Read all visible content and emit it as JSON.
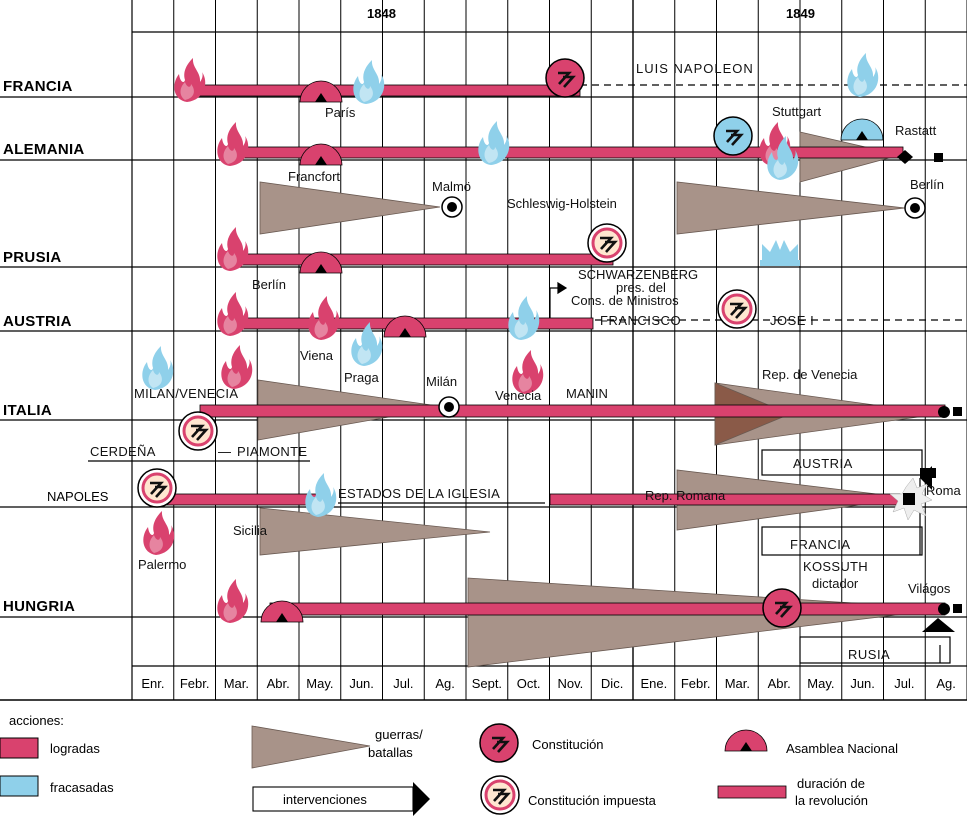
{
  "years": [
    "1848",
    "1849"
  ],
  "months": [
    "Enr.",
    "Febr.",
    "Mar.",
    "Abr.",
    "May.",
    "Jun.",
    "Jul.",
    "Ag.",
    "Sept.",
    "Oct.",
    "Nov.",
    "Dic.",
    "Ene.",
    "Febr.",
    "Mar.",
    "Abr.",
    "May.",
    "Jun.",
    "Jul.",
    "Ag."
  ],
  "countries": [
    "FRANCIA",
    "ALEMANIA",
    "PRUSIA",
    "AUSTRIA",
    "ITALIA",
    "NAPOLES",
    "HUNGRIA"
  ],
  "labels": {
    "paris": "París",
    "luis_napoleon": "LUIS NAPOLEON",
    "stuttgart": "Stuttgart",
    "rastatt": "Rastatt",
    "francfort": "Francfort",
    "malmo": "Malmö",
    "schleswig": "Schleswig-Holstein",
    "berlin_1849": "Berlín",
    "berlin_1848": "Berlín",
    "schwarzenberg_1": "SCHWARZENBERG",
    "schwarzenberg_2": "pres. del",
    "schwarzenberg_3": "Cons. de Ministros",
    "francisco": "FRANCISCO",
    "jose": "JOSE  I",
    "viena": "Viena",
    "praga": "Praga",
    "milan": "Milán",
    "venecia": "Venecia",
    "manin": "MANIN",
    "rep_venecia": "Rep. de Venecia",
    "milan_venecia": "MILAN/VENECIA",
    "cerdena": "CERDEÑA",
    "piamonte": "PIAMONTE",
    "austria_box": "AUSTRIA",
    "estados": "ESTADOS DE LA IGLESIA",
    "rep_romana": "Rep. Romana",
    "roma": "Roma",
    "sicilia": "Sicilia",
    "palermo": "Palermo",
    "francia_box": "FRANCIA",
    "kossuth_1": "KOSSUTH",
    "kossuth_2": "dictador",
    "vilagos": "Világos",
    "rusia": "RUSIA"
  },
  "legend": {
    "acciones": "acciones:",
    "logradas": "logradas",
    "fracasadas": "fracasadas",
    "guerras_1": "guerras/",
    "guerras_2": "batallas",
    "intervenciones": "intervenciones",
    "constitucion": "Constitución",
    "constitucion_impuesta": "Constitución impuesta",
    "asamblea": "Asamblea Nacional",
    "duracion_1": "duración de",
    "duracion_2": "la revolución"
  },
  "colors": {
    "logradas": "#d9426e",
    "fracasadas": "#8fd0ea",
    "guerras": "#a89389",
    "line": "#000000"
  }
}
